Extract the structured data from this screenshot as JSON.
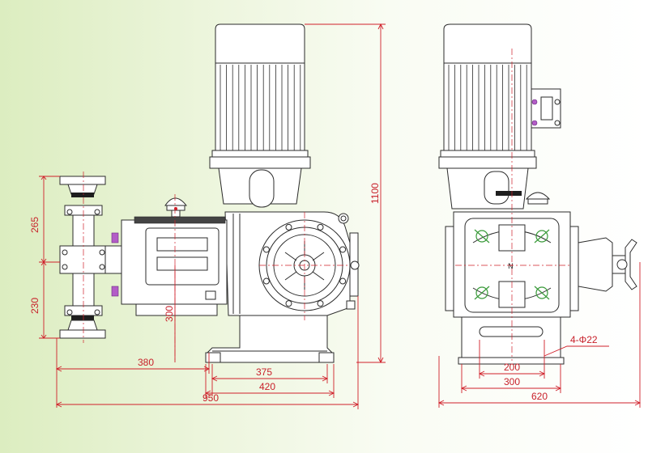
{
  "drawing": {
    "dimensions": {
      "d265": "265",
      "d230": "230",
      "d380": "380",
      "d300_vertical": "300",
      "d375": "375",
      "d420": "420",
      "d950": "950",
      "d1100": "1100",
      "d200": "200",
      "d300_bottom": "300",
      "d620": "620",
      "hole_note": "4-Φ22"
    }
  }
}
